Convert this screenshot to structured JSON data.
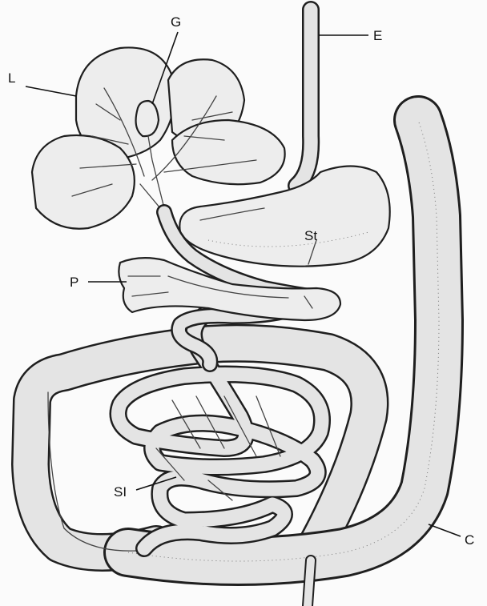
{
  "labels": {
    "esophagus": "E",
    "gallbladder": "G",
    "liver": "L",
    "stomach": "St",
    "pancreas": "P",
    "small_intestine": "SI",
    "colon": "C"
  }
}
